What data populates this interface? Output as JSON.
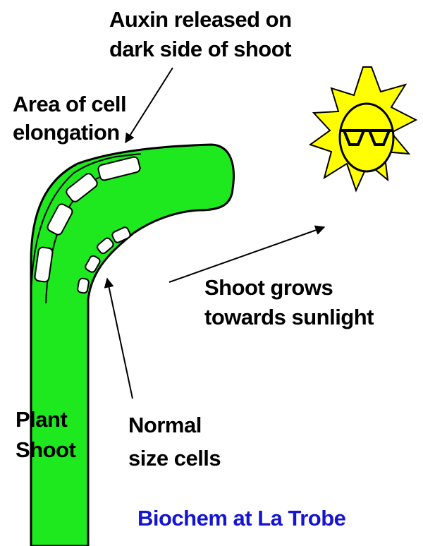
{
  "labels": {
    "auxin_line1": "Auxin released on",
    "auxin_line2": "dark side of shoot",
    "elongation_line1": "Area of cell",
    "elongation_line2": "elongation",
    "grows_line1": "Shoot grows",
    "grows_line2": "towards sunlight",
    "plant_line1": "Plant",
    "plant_line2": "Shoot",
    "normal_line1": "Normal",
    "normal_line2": "size cells"
  },
  "credit": "Biochem at La Trobe",
  "colors": {
    "shoot": "#1ee81e",
    "cells": "#ffffff",
    "outline": "#000000",
    "sun": "#ffff00",
    "credit": "#1414d2",
    "background": "#ffffff"
  },
  "icons": {
    "sun": "sun-with-sunglasses-icon"
  }
}
